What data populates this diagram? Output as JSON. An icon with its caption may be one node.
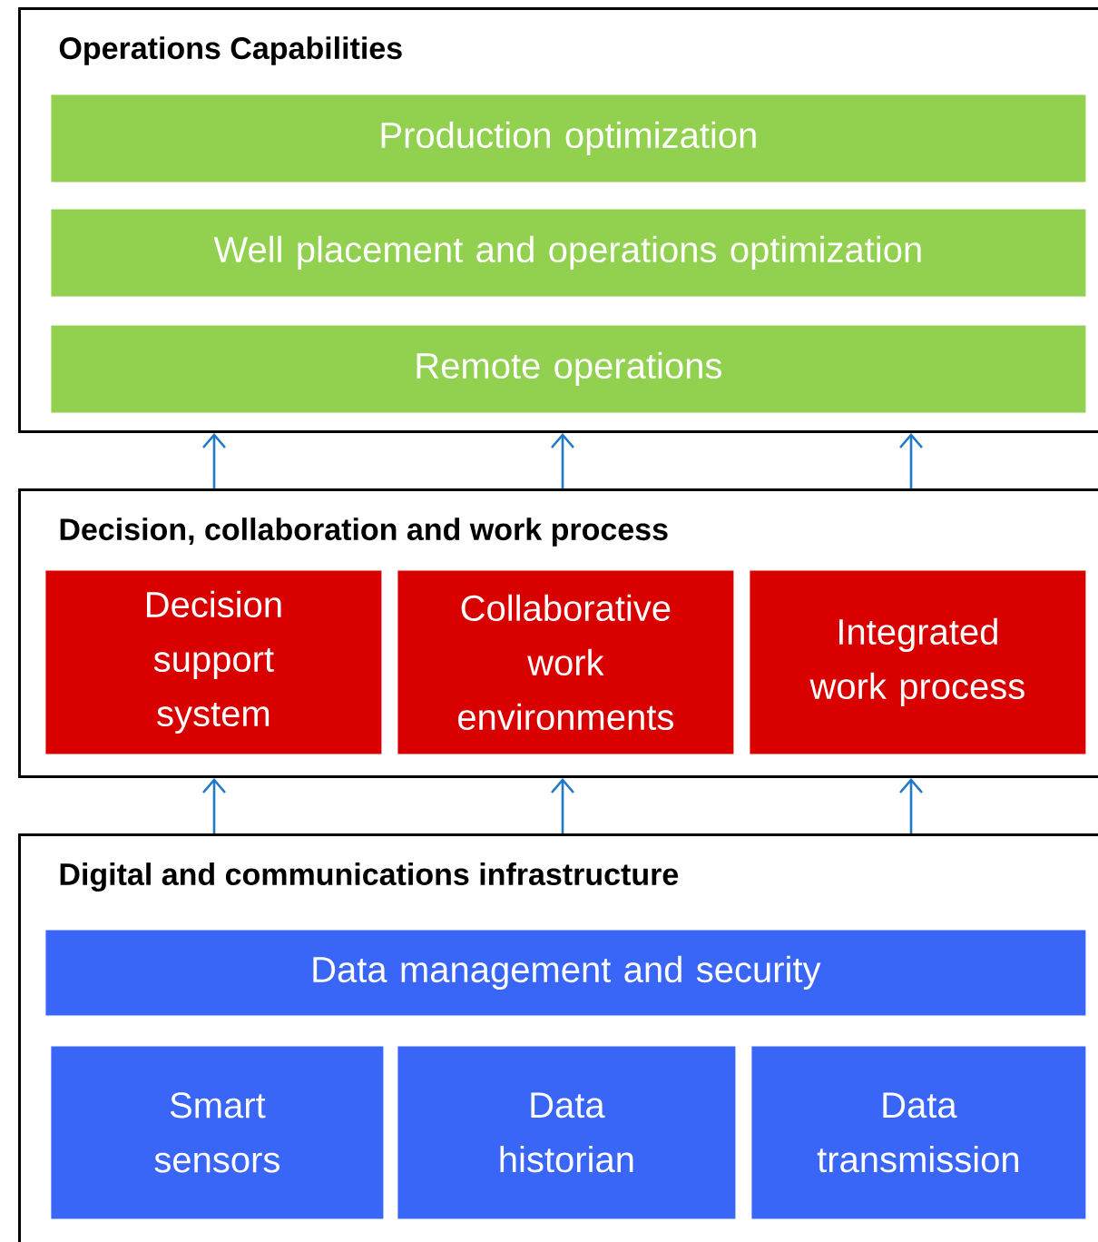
{
  "diagram": {
    "nodes": [
      {
        "text": [
          "Operations Capabilities"
        ]
      },
      {
        "text": [
          "Production optimization"
        ],
        "in": 0
      },
      {
        "text": [
          "Well placement and operations optimization"
        ],
        "in": 0
      },
      {
        "text": [
          "Remote operations"
        ],
        "in": 0
      },
      {
        "text": [
          "Decision, collaboration and work process"
        ]
      },
      {
        "text": [
          "Decision support system"
        ],
        "in": 4
      },
      {
        "text": [
          "Collaborative work environments"
        ],
        "in": 4
      },
      {
        "text": [
          "Integrated work process"
        ],
        "in": 4
      },
      {
        "text": [
          "Digital and communications infrastructure"
        ]
      },
      {
        "text": [
          "Data management and security"
        ],
        "in": 8
      },
      {
        "text": [
          "Smart sensors"
        ],
        "in": 8
      },
      {
        "text": [
          "Data historian"
        ],
        "in": 8
      },
      {
        "text": [
          "Data transmission"
        ],
        "in": 8
      }
    ],
    "edges": [
      {
        "from": 4,
        "to": 0,
        "arrow": "to"
      },
      {
        "from": 4,
        "to": 0,
        "arrow": "to"
      },
      {
        "from": 4,
        "to": 0,
        "arrow": "to"
      },
      {
        "from": 8,
        "to": 4,
        "arrow": "to"
      },
      {
        "from": 8,
        "to": 4,
        "arrow": "to"
      },
      {
        "from": 8,
        "to": 4,
        "arrow": "to"
      }
    ]
  }
}
